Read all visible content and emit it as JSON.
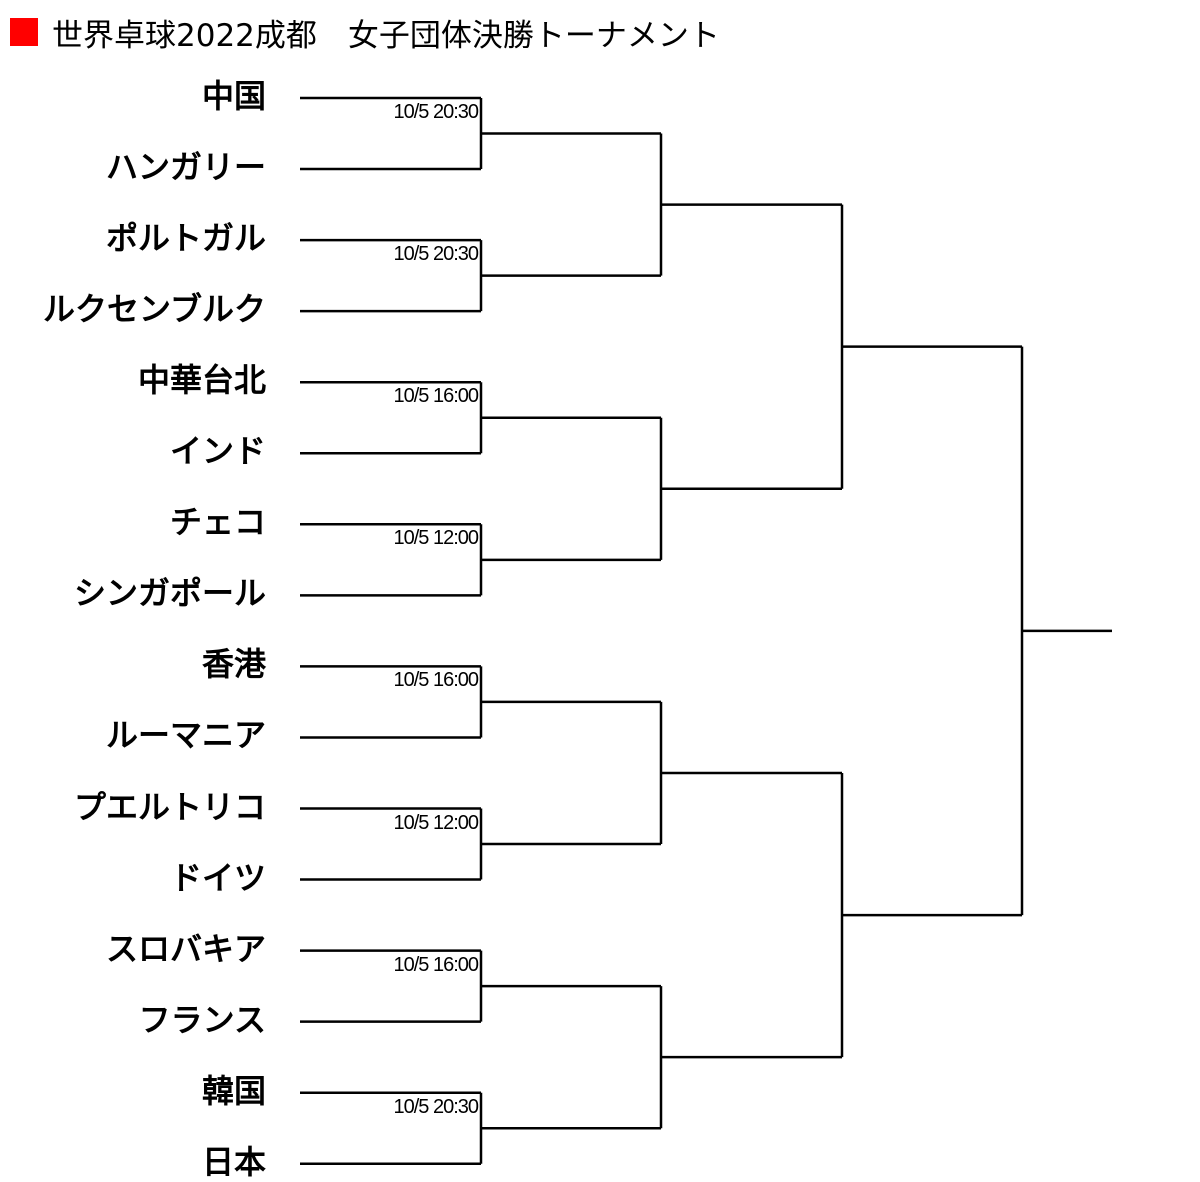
{
  "title": "世界卓球2022成都　女子団体決勝トーナメント",
  "accent_color": "#ff0000",
  "teams": [
    "中国",
    "ハンガリー",
    "ポルトガル",
    "ルクセンブルク",
    "中華台北",
    "インド",
    "チェコ",
    "シンガポール",
    "香港",
    "ルーマニア",
    "プエルトリコ",
    "ドイツ",
    "スロバキア",
    "フランス",
    "韓国",
    "日本"
  ],
  "match_times": [
    "10/5 20:30",
    "10/5 20:30",
    "10/5 16:00",
    "10/5 12:00",
    "10/5 16:00",
    "10/5 12:00",
    "10/5 16:00",
    "10/5 20:30"
  ]
}
